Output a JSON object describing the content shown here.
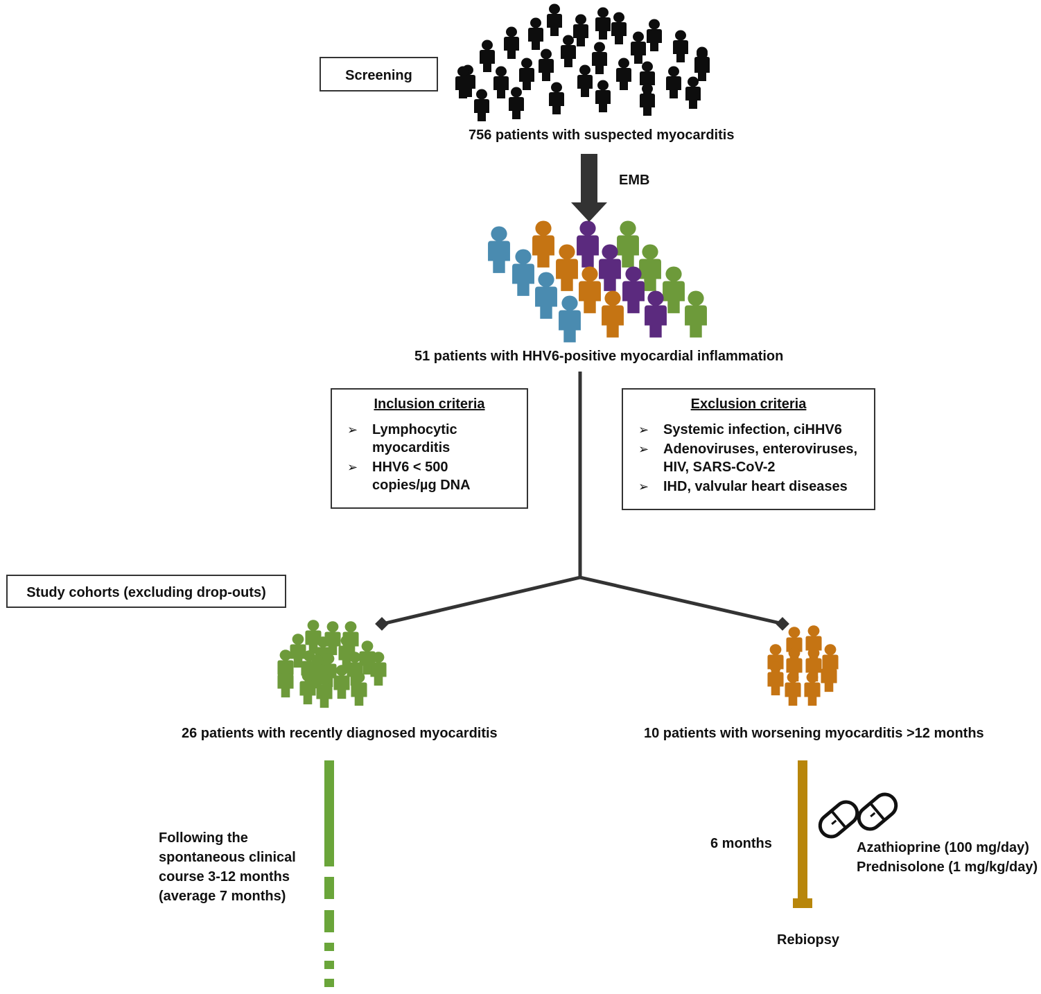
{
  "labels": {
    "screening": "Screening",
    "screened_caption": "756 patients with suspected myocarditis",
    "emb": "EMB",
    "hhv6_caption": "51 patients with HHV6-positive myocardial inflammation",
    "cohorts": "Study cohorts (excluding drop-outs)",
    "left_caption": "26 patients with recently diagnosed myocarditis",
    "right_caption": "10 patients with worsening myocarditis >12 months",
    "followup_text": "Following the\nspontaneous clinical\ncourse 3-12 months\n(average 7 months)",
    "six_months": "6 months",
    "treatment": "Azathioprine (100 mg/day)\nPrednisolone (1 mg/kg/day)",
    "rebiopsy": "Rebiopsy"
  },
  "inclusion": {
    "title": "Inclusion criteria",
    "items": [
      "Lymphocytic\nmyocarditis",
      "HHV6  < 500\ncopies/µg DNA"
    ]
  },
  "exclusion": {
    "title": "Exclusion criteria",
    "items": [
      "Systemic infection, ciHHV6",
      "Adenoviruses, enteroviruses,\nHIV, SARS-CoV-2",
      " IHD, valvular heart diseases"
    ]
  },
  "bullet_glyph": "➢",
  "icons": {
    "crowd": "person-silhouette-icon",
    "pill": "pill-icon"
  },
  "colors": {
    "black_people": "#0d0d0d",
    "blue": "#4a8bb0",
    "orange": "#c57413",
    "purple": "#5b2a7e",
    "green": "#6d9a3a",
    "dark_line": "#333333",
    "green_line": "#6aa53a",
    "gold_line": "#b8860b"
  }
}
